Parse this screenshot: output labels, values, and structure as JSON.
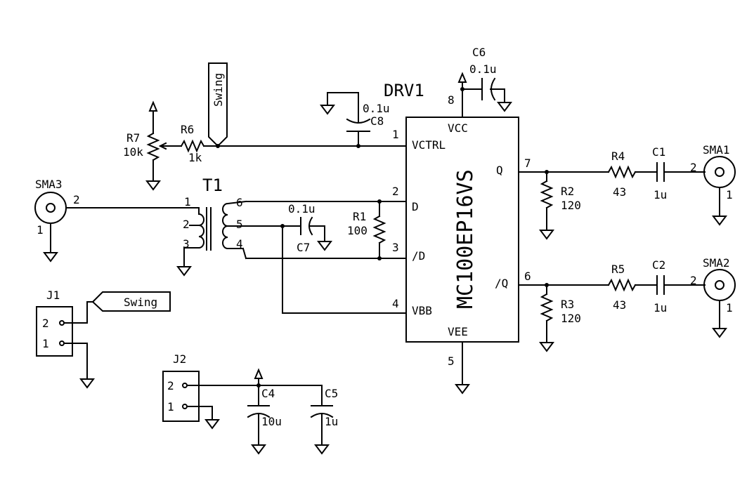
{
  "ic": {
    "ref": "DRV1",
    "part": "MC100EP16VS",
    "vcc": "VCC",
    "vee": "VEE",
    "pins": {
      "vctrl": "VCTRL",
      "d": "D",
      "dn": "/D",
      "vbb": "VBB",
      "q": "Q",
      "qn": "/Q"
    },
    "pinnums": {
      "p1": "1",
      "p2": "2",
      "p3": "3",
      "p4": "4",
      "p5": "5",
      "p6": "6",
      "p7": "7",
      "p8": "8"
    }
  },
  "c6": {
    "ref": "C6",
    "val": "0.1u"
  },
  "c8": {
    "ref": "C8",
    "val": "0.1u"
  },
  "r7": {
    "ref": "R7",
    "val": "10k"
  },
  "r6": {
    "ref": "R6",
    "val": "1k"
  },
  "swing_flag": "Swing",
  "sma3": {
    "ref": "SMA3",
    "pin2": "2",
    "pin1": "1"
  },
  "t1": {
    "ref": "T1",
    "pins": [
      "1",
      "2",
      "3",
      "6",
      "5",
      "4"
    ]
  },
  "c7": {
    "ref": "C7",
    "val": "0.1u"
  },
  "r1": {
    "ref": "R1",
    "val": "100"
  },
  "r2": {
    "ref": "R2",
    "val": "120"
  },
  "r3": {
    "ref": "R3",
    "val": "120"
  },
  "r4": {
    "ref": "R4",
    "val": "43"
  },
  "r5": {
    "ref": "R5",
    "val": "43"
  },
  "c1": {
    "ref": "C1",
    "val": "1u"
  },
  "c2": {
    "ref": "C2",
    "val": "1u"
  },
  "sma1": {
    "ref": "SMA1",
    "pin2": "2",
    "pin1": "1"
  },
  "sma2": {
    "ref": "SMA2",
    "pin2": "2",
    "pin1": "1"
  },
  "j1": {
    "ref": "J1",
    "pin2": "2",
    "pin1": "1",
    "net": "Swing"
  },
  "j2": {
    "ref": "J2",
    "pin2": "2",
    "pin1": "1"
  },
  "c4": {
    "ref": "C4",
    "val": "10u"
  },
  "c5": {
    "ref": "C5",
    "val": "1u"
  }
}
